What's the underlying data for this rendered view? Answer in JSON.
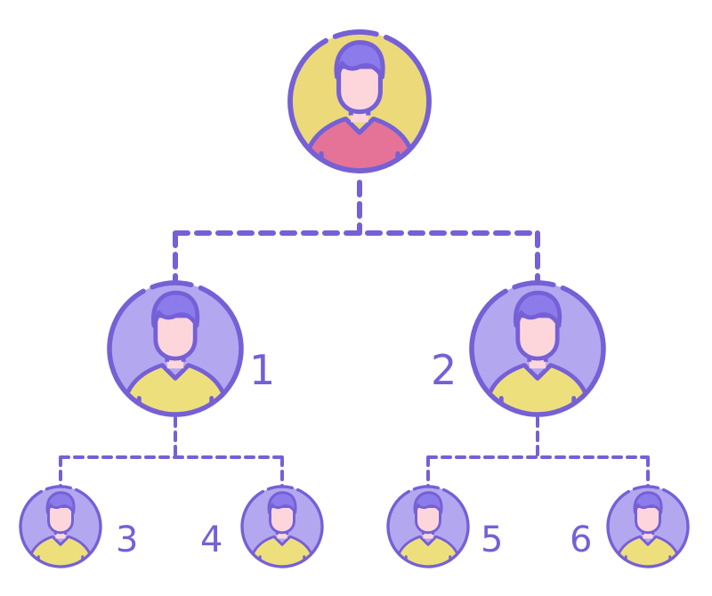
{
  "diagram": {
    "colors": {
      "outline": "#7560d6",
      "root_background": "#ecd97a",
      "child_background": "#b3a7ef",
      "root_shirt": "#e47397",
      "child_shirt": "#ede07c",
      "skin": "#fdd6dc",
      "hair": "#8c7bea",
      "connector": "#7560d6"
    },
    "nodes": [
      {
        "id": "root",
        "label": "",
        "icon": "person-icon"
      },
      {
        "id": "n1",
        "label": "1",
        "icon": "person-icon",
        "parent": "root"
      },
      {
        "id": "n2",
        "label": "2",
        "icon": "person-icon",
        "parent": "root"
      },
      {
        "id": "n3",
        "label": "3",
        "icon": "person-icon",
        "parent": "n1"
      },
      {
        "id": "n4",
        "label": "4",
        "icon": "person-icon",
        "parent": "n1"
      },
      {
        "id": "n5",
        "label": "5",
        "icon": "person-icon",
        "parent": "n2"
      },
      {
        "id": "n6",
        "label": "6",
        "icon": "person-icon",
        "parent": "n2"
      }
    ]
  }
}
